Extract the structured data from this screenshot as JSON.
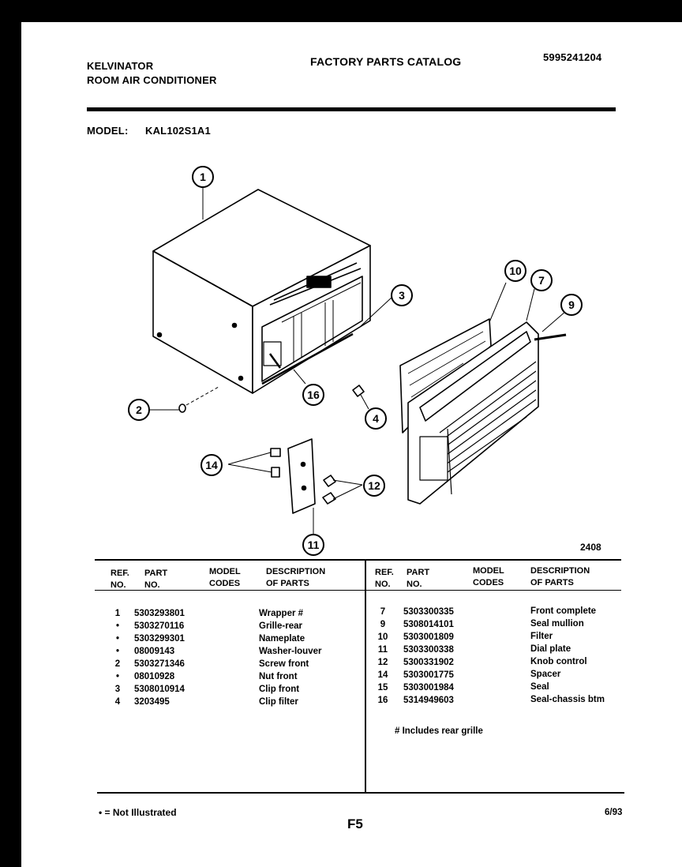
{
  "header": {
    "brand": "KELVINATOR",
    "product": "ROOM AIR CONDITIONER",
    "catalog_title": "FACTORY PARTS CATALOG",
    "catalog_number": "5995241204",
    "model_label": "MODEL:",
    "model_value": "KAL102S1A1"
  },
  "diagram": {
    "callouts": [
      "1",
      "2",
      "3",
      "4",
      "7",
      "9",
      "10",
      "11",
      "12",
      "14",
      "16"
    ],
    "figure_number": "2408"
  },
  "table": {
    "left": {
      "headers": {
        "ref": "REF.\nNO.",
        "part": "PART\nNO.",
        "codes": "MODEL\nCODES",
        "desc": "DESCRIPTION\nOF PARTS"
      },
      "rows": [
        {
          "ref": "1",
          "part": "5303293801",
          "desc": "Wrapper #"
        },
        {
          "ref": "•",
          "part": "5303270116",
          "desc": "Grille-rear"
        },
        {
          "ref": "•",
          "part": "5303299301",
          "desc": "Nameplate"
        },
        {
          "ref": "•",
          "part": "08009143",
          "desc": "Washer-louver"
        },
        {
          "ref": "2",
          "part": "5303271346",
          "desc": "Screw front"
        },
        {
          "ref": "•",
          "part": "08010928",
          "desc": "Nut front"
        },
        {
          "ref": "3",
          "part": "5308010914",
          "desc": "Clip front"
        },
        {
          "ref": "4",
          "part": "3203495",
          "desc": "Clip filter"
        }
      ]
    },
    "right": {
      "headers": {
        "ref": "REF.\nNO.",
        "part": "PART\nNO.",
        "codes": "MODEL\nCODES",
        "desc": "DESCRIPTION\nOF PARTS"
      },
      "rows": [
        {
          "ref": "7",
          "part": "5303300335",
          "desc": "Front complete"
        },
        {
          "ref": "9",
          "part": "5308014101",
          "desc": "Seal mullion"
        },
        {
          "ref": "10",
          "part": "5303001809",
          "desc": "Filter"
        },
        {
          "ref": "11",
          "part": "5303300338",
          "desc": "Dial plate"
        },
        {
          "ref": "12",
          "part": "5300331902",
          "desc": "Knob control"
        },
        {
          "ref": "14",
          "part": "5303001775",
          "desc": "Spacer"
        },
        {
          "ref": "15",
          "part": "5303001984",
          "desc": "Seal"
        },
        {
          "ref": "16",
          "part": "5314949603",
          "desc": "Seal-chassis btm"
        }
      ],
      "note": "# Includes rear grille"
    }
  },
  "footer": {
    "legend": "• = Not Illustrated",
    "page": "F5",
    "date": "6/93"
  }
}
